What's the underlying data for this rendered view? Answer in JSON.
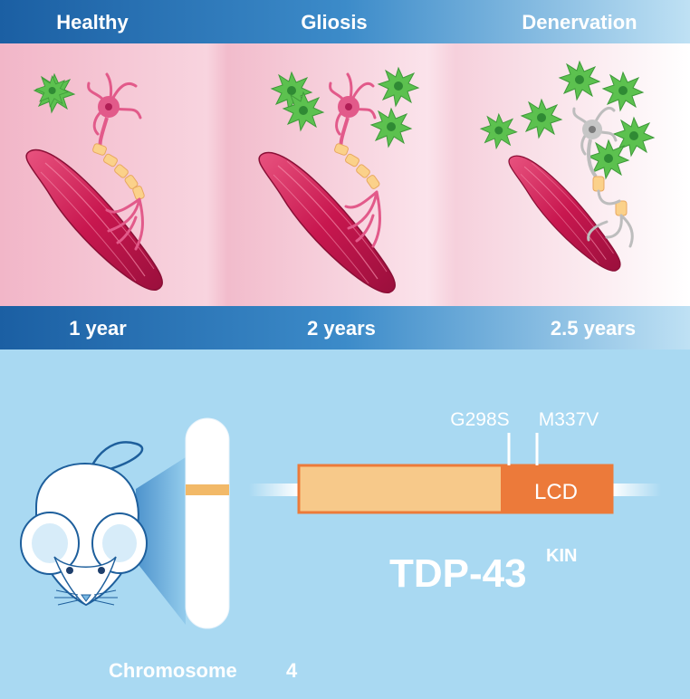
{
  "stages": [
    {
      "label": "Healthy",
      "time": "1 year"
    },
    {
      "label": "Gliosis",
      "time": "2 years"
    },
    {
      "label": "Denervation",
      "time": "2.5 years"
    }
  ],
  "construct": {
    "mutation_1": "G298S",
    "mutation_2": "M337V",
    "domain_label": "LCD",
    "protein_name": "TDP-43",
    "superscript": "KIN"
  },
  "chromosome": {
    "name": "Chromosome",
    "number": "4"
  },
  "colors": {
    "glia": "#5cc14f",
    "neuron": "#e25a8a",
    "muscle": "#c8174f",
    "myelin": "#fbd18a",
    "lcd": "#ec7a3a",
    "background": "#a9d9f2",
    "band": "#1d6fb0"
  }
}
